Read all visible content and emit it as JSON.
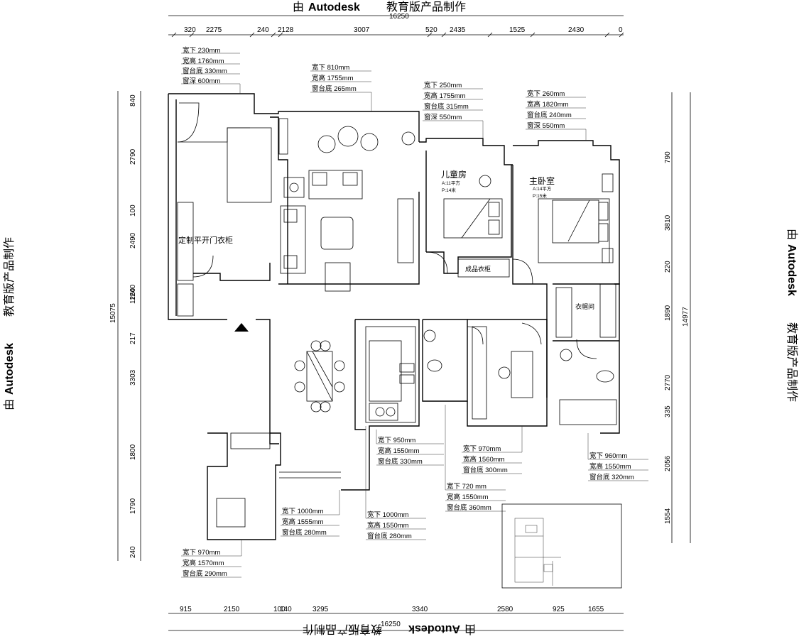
{
  "watermark": {
    "prefix": "由",
    "brand": "Autodesk",
    "suffix": "教育版产品制作"
  },
  "dimensions": {
    "top_overall": "16250",
    "top": [
      "320",
      "2275",
      "240",
      "2128",
      "3007",
      "520",
      "2435",
      "1525",
      "2430",
      "0"
    ],
    "bottom_overall": "16250",
    "bottom": [
      "915",
      "2150",
      "100",
      "140",
      "3295",
      "3340",
      "2580",
      "925",
      "1655"
    ],
    "left_overall": "15075",
    "left": [
      "840",
      "2790",
      "100",
      "2490",
      "1240",
      "1260",
      "217",
      "3303",
      "1800",
      "1790",
      "240"
    ],
    "right_overall": "14977",
    "right": [
      "790",
      "3810",
      "220",
      "1890",
      "2770",
      "335",
      "2056",
      "1554"
    ]
  },
  "window_notes": [
    {
      "id": "w1",
      "lines": [
        "宽下 230mm",
        "宽高 1760mm",
        "窗台底 330mm",
        "窗深 600mm"
      ]
    },
    {
      "id": "w2",
      "lines": [
        "宽下 810mm",
        "宽高 1755mm",
        "窗台底 265mm"
      ]
    },
    {
      "id": "w3",
      "lines": [
        "宽下  250mm",
        "宽高  1755mm",
        "窗台底 315mm",
        "窗深  550mm"
      ]
    },
    {
      "id": "w4",
      "lines": [
        "宽下 260mm",
        "宽高  1820mm",
        "窗台底 240mm",
        "窗深  550mm"
      ]
    },
    {
      "id": "w5",
      "lines": [
        "宽下  950mm",
        "宽高  1550mm",
        "窗台底 330mm"
      ]
    },
    {
      "id": "w6",
      "lines": [
        "宽下  970mm",
        "宽高  1560mm",
        "窗台底 300mm"
      ]
    },
    {
      "id": "w7",
      "lines": [
        "宽下  960mm",
        "宽高  1550mm",
        "窗台底 320mm"
      ]
    },
    {
      "id": "w8",
      "lines": [
        "宽下 720 mm",
        "宽高  1550mm",
        "窗台底 360mm"
      ]
    },
    {
      "id": "w9",
      "lines": [
        "宽下 1000mm",
        "宽高 1555mm",
        "窗台底 280mm"
      ]
    },
    {
      "id": "w10",
      "lines": [
        "宽下 1000mm",
        "宽高  1550mm",
        "窗台底 280mm"
      ]
    },
    {
      "id": "w11",
      "lines": [
        "宽下 970mm",
        "宽高 1570mm",
        "窗台底 290mm"
      ]
    }
  ],
  "rooms": {
    "wardrobe_label": "定制平开门衣柜",
    "children_room": {
      "name": "儿童房",
      "area": "A:11平方",
      "perimeter": "P:14米"
    },
    "master_bedroom": {
      "name": "主卧室",
      "area": "A:14平方",
      "perimeter": "P:15米"
    },
    "ready_wardrobe": "成品衣柜",
    "cloakroom": "衣帽间"
  },
  "colors": {
    "line": "#000000",
    "background": "#ffffff"
  }
}
